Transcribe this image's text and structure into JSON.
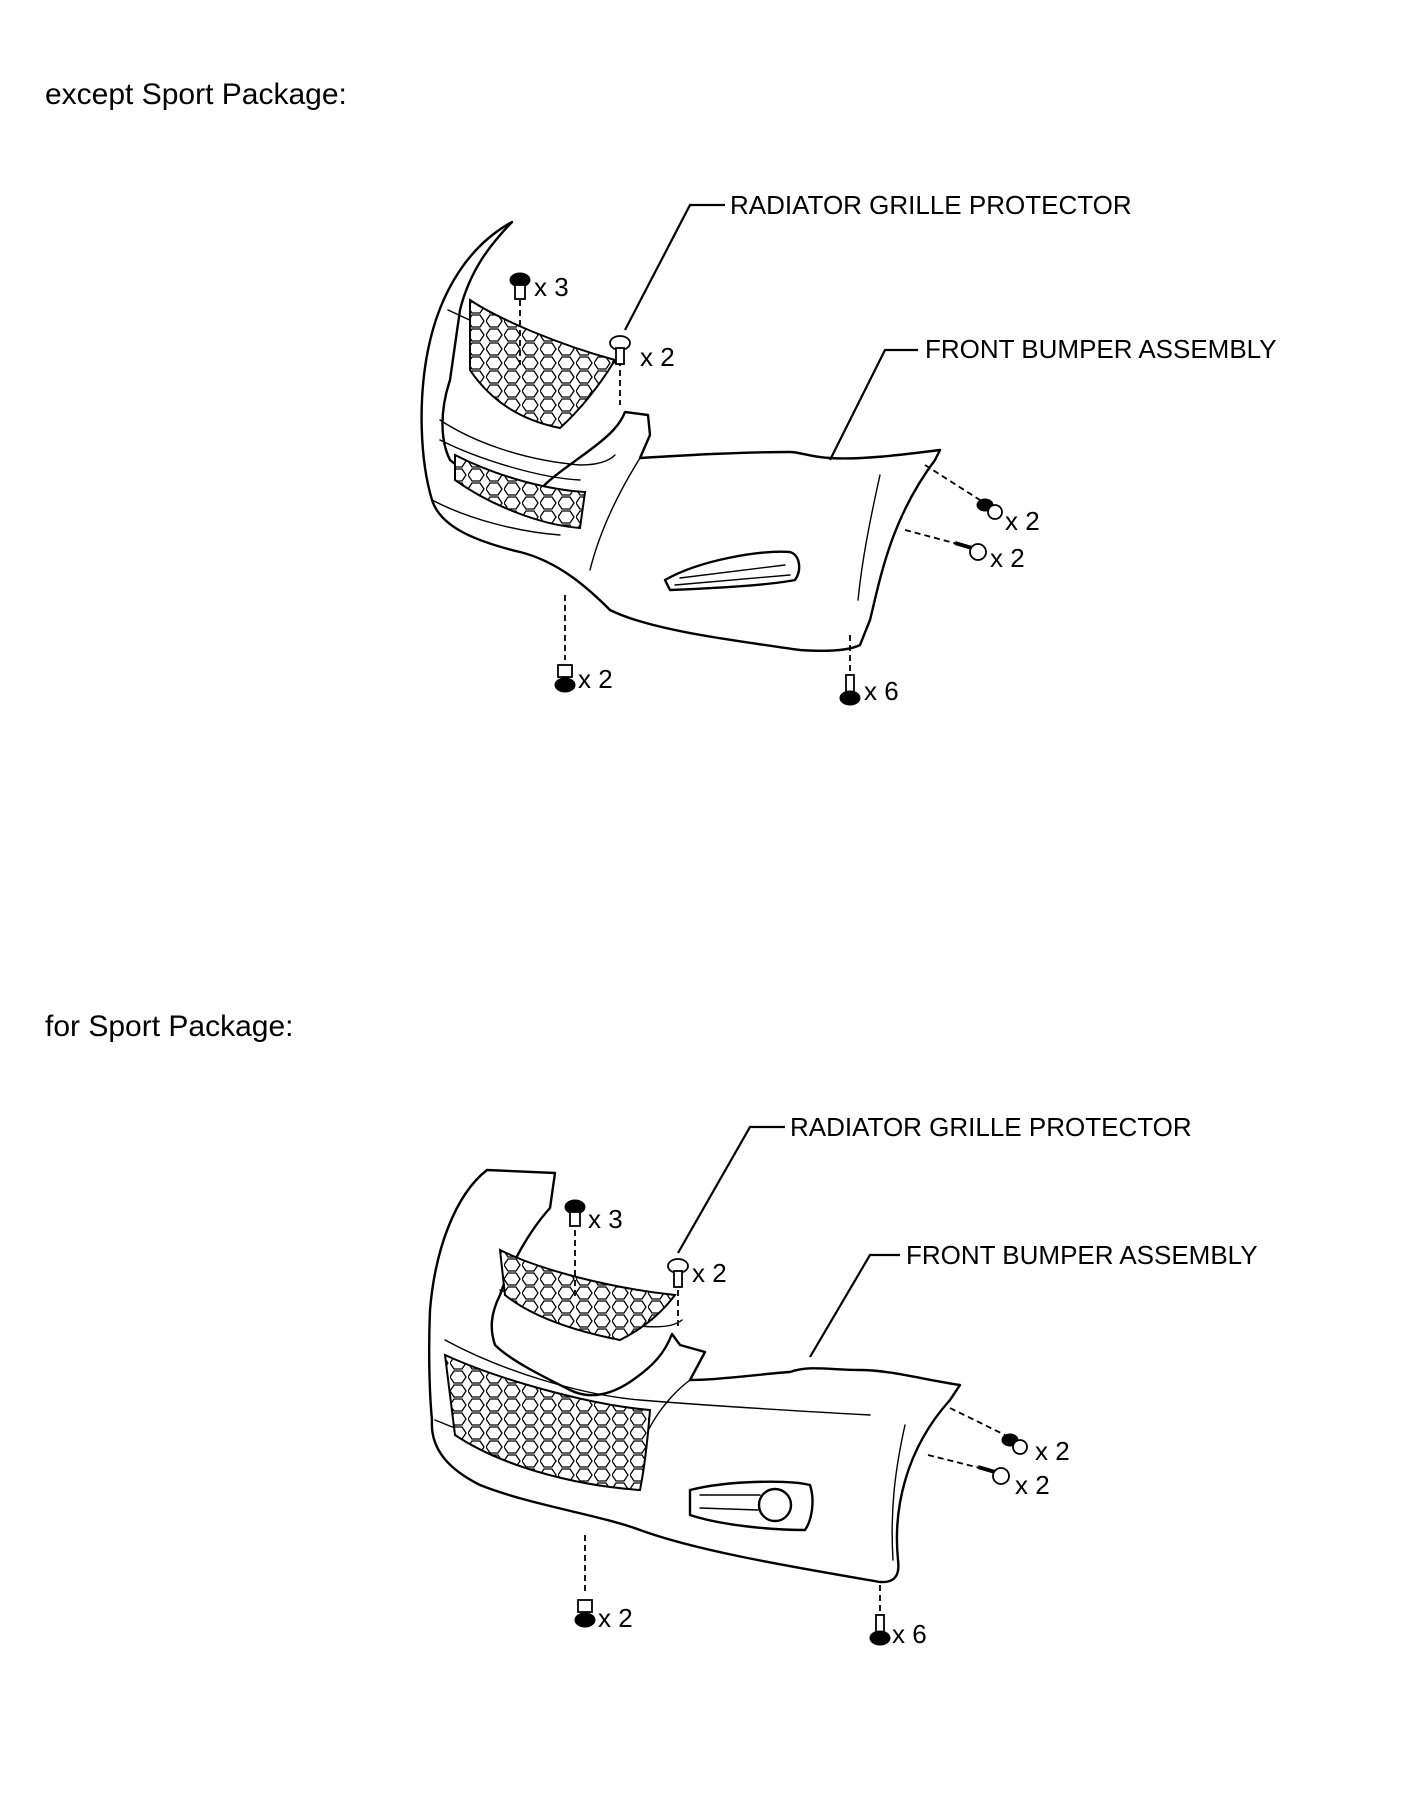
{
  "sections": [
    {
      "heading": "except Sport Package:",
      "labels": {
        "grille_protector": "RADIATOR GRILLE PROTECTOR",
        "bumper_assembly": "FRONT BUMPER ASSEMBLY"
      },
      "quantities": {
        "top_left_clip": "x 3",
        "grille_screw": "x 2",
        "side_clip_upper": "x 2",
        "side_screw_lower": "x 2",
        "bottom_left_clip": "x 2",
        "bottom_right_screw": "x 6"
      }
    },
    {
      "heading": "for Sport Package:",
      "labels": {
        "grille_protector": "RADIATOR GRILLE PROTECTOR",
        "bumper_assembly": "FRONT BUMPER ASSEMBLY"
      },
      "quantities": {
        "top_left_clip": "x 3",
        "grille_screw": "x 2",
        "side_clip_upper": "x 2",
        "side_screw_lower": "x 2",
        "bottom_left_clip": "x 2",
        "bottom_right_screw": "x 6"
      }
    }
  ],
  "colors": {
    "line": "#000000",
    "background": "#ffffff"
  }
}
